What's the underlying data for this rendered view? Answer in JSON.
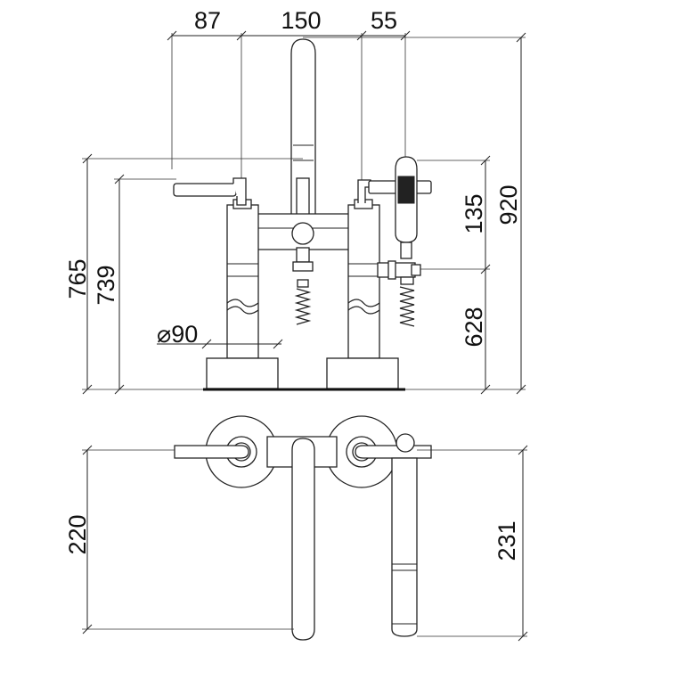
{
  "dimensions": {
    "top_87": "87",
    "top_150": "150",
    "top_55": "55",
    "right_920": "920",
    "right_135": "135",
    "right_628": "628",
    "left_765": "765",
    "left_739": "739",
    "diameter_90": "⌀90",
    "plan_220": "220",
    "plan_231": "231"
  }
}
